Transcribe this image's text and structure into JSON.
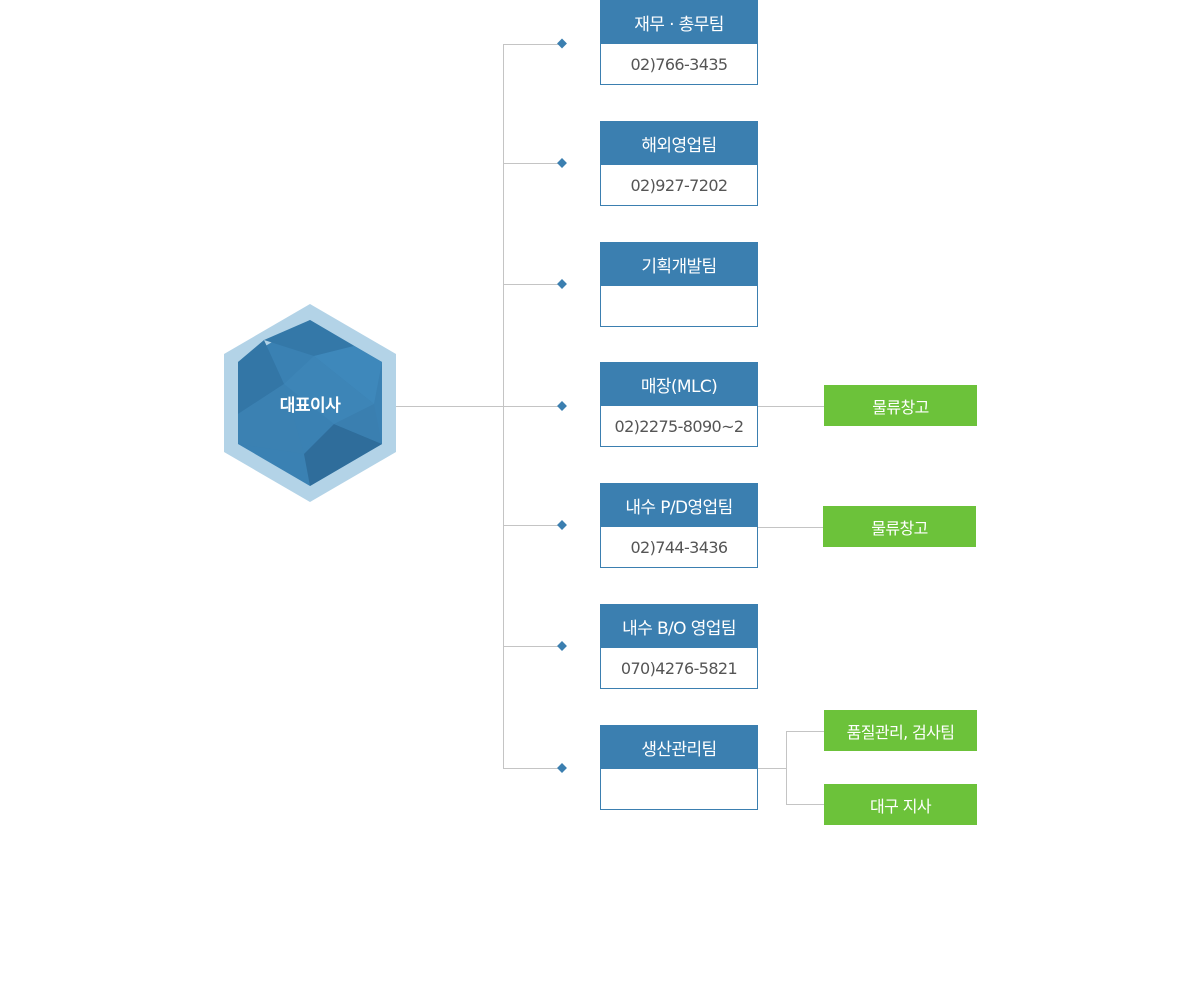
{
  "ceo": {
    "label": "대표이사"
  },
  "departments": [
    {
      "name": "재무 · 총무팀",
      "phone": "02)766-3435"
    },
    {
      "name": "해외영업팀",
      "phone": "02)927-7202"
    },
    {
      "name": "기획개발팀",
      "phone": ""
    },
    {
      "name": "매장(MLC)",
      "phone": "02)2275-8090~2"
    },
    {
      "name": "내수 P/D영업팀",
      "phone": "02)744-3436"
    },
    {
      "name": "내수 B/O 영업팀",
      "phone": "070)4276-5821"
    },
    {
      "name": "생산관리팀",
      "phone": ""
    }
  ],
  "sub_units": {
    "mlc_warehouse": "물류창고",
    "pd_warehouse": "물류창고",
    "quality_team": "품질관리, 검사팀",
    "daegu_branch": "대구 지사"
  },
  "colors": {
    "primary_blue": "#3b7fb0",
    "hex_outer": "#b3d3e7",
    "sub_green": "#6cc23a",
    "connector_gray": "#c4c4c4"
  }
}
